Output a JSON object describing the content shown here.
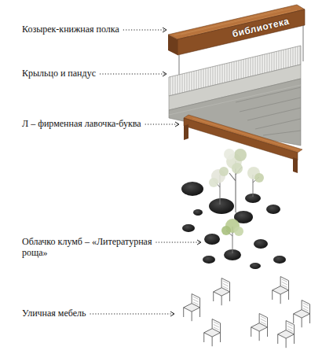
{
  "diagram": {
    "labels": [
      "Козырек-книжная полка",
      "библиотека",
      "Крыльцо и пандус",
      "Л – фирменная лавочка-буква",
      "Облачко клумб – «Литературная роща»",
      "Уличная мебель"
    ]
  }
}
